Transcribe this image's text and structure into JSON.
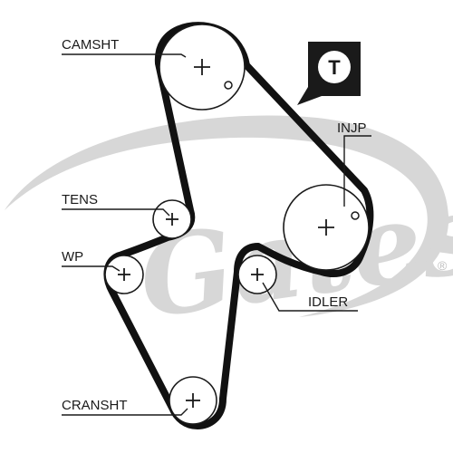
{
  "brand": {
    "wordmark": "Gates",
    "registered": "®",
    "watermark_color": "#d7d7d7"
  },
  "badge": {
    "letter": "T",
    "color": "#1a1a1a",
    "text_color": "#ffffff"
  },
  "labels": {
    "camshaft": "CAMSHT",
    "injection_pump": "INJP",
    "tensioner": "TENS",
    "water_pump": "WP",
    "idler": "IDLER",
    "crankshaft": "CRANSHT"
  },
  "belt_color": "#111111",
  "icons": {
    "center": "plus-icon",
    "timing_mark": "circle-mark-icon"
  }
}
